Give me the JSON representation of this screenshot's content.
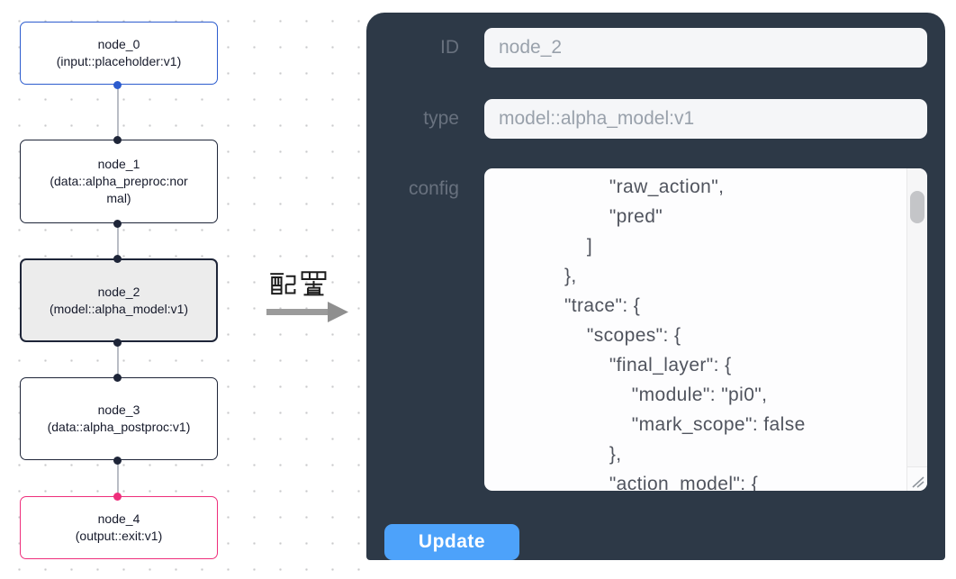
{
  "canvas": {
    "nodes": [
      {
        "name": "node_0",
        "type_label": "(input::placeholder:v1)",
        "variant": "input"
      },
      {
        "name": "node_1",
        "type_label": "(data::alpha_preproc:normal)",
        "variant": "default"
      },
      {
        "name": "node_2",
        "type_label": "(model::alpha_model:v1)",
        "variant": "selected"
      },
      {
        "name": "node_3",
        "type_label": "(data::alpha_postproc:v1)",
        "variant": "default"
      },
      {
        "name": "node_4",
        "type_label": "(output::exit:v1)",
        "variant": "output"
      }
    ],
    "colors": {
      "input_accent": "#2c5cce",
      "output_accent": "#ee2e7b",
      "node_border": "#1e2538",
      "selected_node_bg": "#ececec",
      "connector": "#b9bdc5",
      "grid_dot": "#c9cacc"
    }
  },
  "transition": {
    "label": "配置"
  },
  "icons": {
    "arrow": "arrow-right-icon",
    "resize": "resize-corner-icon"
  },
  "panel": {
    "bg_color": "#2d3947",
    "accent_color": "#4da2fa",
    "fields": [
      {
        "label": "ID",
        "value": "node_2"
      },
      {
        "label": "type",
        "value": "model::alpha_model:v1"
      }
    ],
    "config": {
      "label": "config",
      "lines": [
        "            \"raw_action\",",
        "            \"pred\"",
        "        ]",
        "    },",
        "    \"trace\": {",
        "        \"scopes\": {",
        "            \"final_layer\": {",
        "                \"module\": \"pi0\",",
        "                \"mark_scope\": false",
        "            },",
        "            \"action_model\": {"
      ]
    },
    "update_label": "Update"
  }
}
